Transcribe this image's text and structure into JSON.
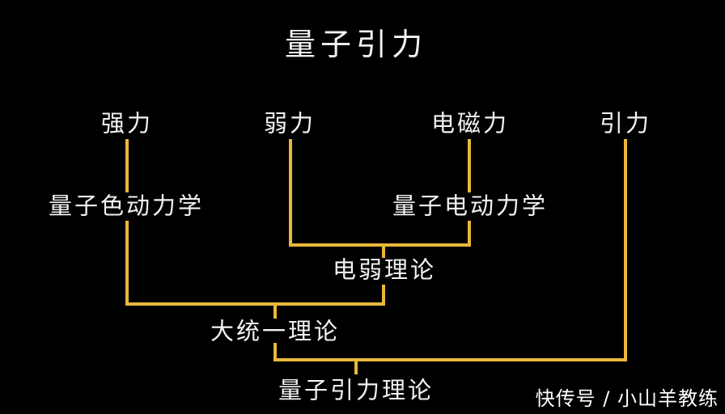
{
  "title": "量子引力",
  "forces": {
    "strong": "强力",
    "weak": "弱力",
    "electromagnetic": "电磁力",
    "gravity": "引力"
  },
  "theories": {
    "qcd": "量子色动力学",
    "qed": "量子电动力学",
    "electroweak": "电弱理论",
    "gut": "大统一理论",
    "quantum_gravity": "量子引力理论"
  },
  "watermark": "快传号 / 小山羊教练",
  "colors": {
    "line": "#e8b83a",
    "text": "#f2f2f2",
    "background": "#000000"
  }
}
